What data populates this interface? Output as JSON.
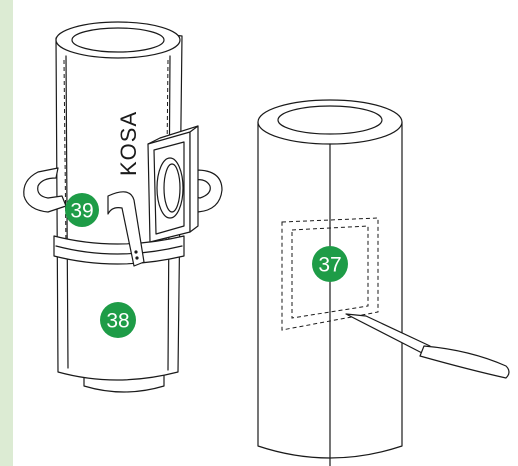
{
  "colors": {
    "side_strip": "#dcebd3",
    "badge": "#1e9c47",
    "line": "#1a1a1a"
  },
  "brand_label": "KOSA",
  "callouts": {
    "tube_top": "39",
    "tube_bottom": "38",
    "panel": "37"
  }
}
